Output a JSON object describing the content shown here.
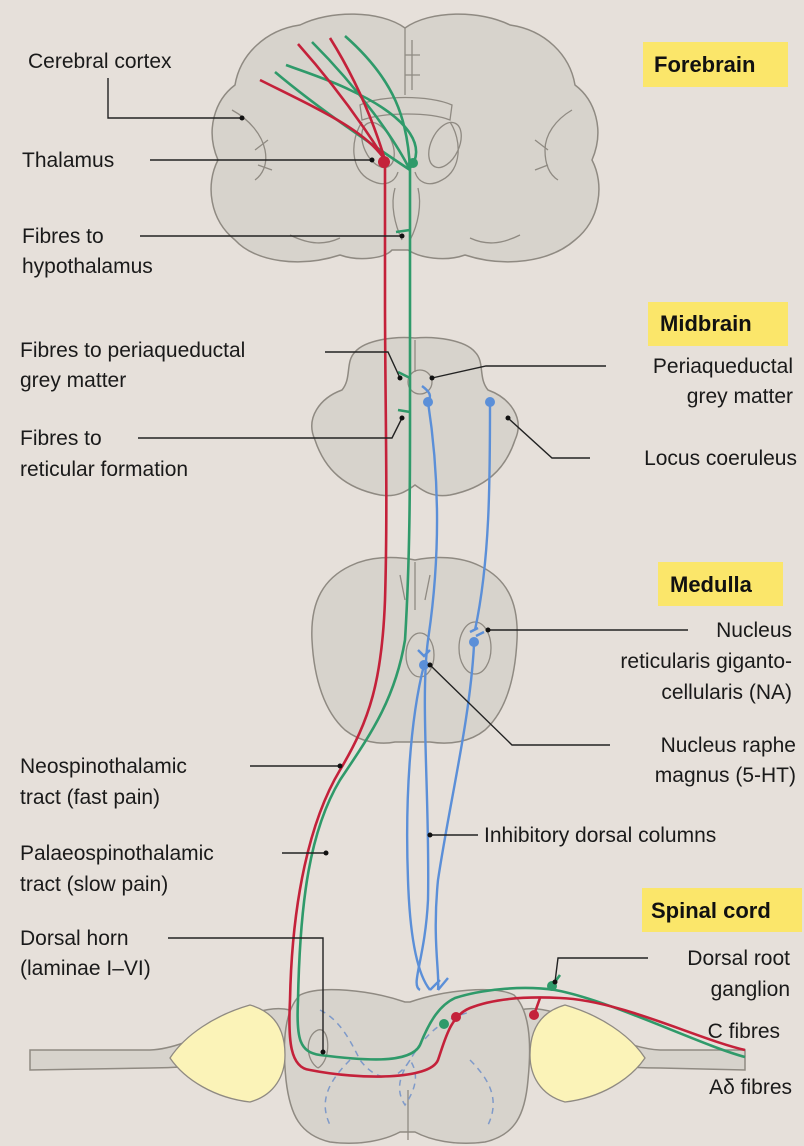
{
  "regions": {
    "forebrain": "Forebrain",
    "midbrain": "Midbrain",
    "medulla": "Medulla",
    "spinal_cord": "Spinal cord"
  },
  "labels": {
    "cerebral_cortex": "Cerebral cortex",
    "thalamus": "Thalamus",
    "fibres_hypothalamus_1": "Fibres to",
    "fibres_hypothalamus_2": "hypothalamus",
    "fibres_pag_1": "Fibres to periaqueductal",
    "fibres_pag_2": "grey matter",
    "fibres_reticular_1": "Fibres to",
    "fibres_reticular_2": "reticular formation",
    "pag_1": "Periaqueductal",
    "pag_2": "grey matter",
    "locus_coeruleus": "Locus coeruleus",
    "nrgc_1": "Nucleus",
    "nrgc_2": "reticularis giganto-",
    "nrgc_3": "cellularis (NA)",
    "nrm_1": "Nucleus raphe",
    "nrm_2": "magnus (5-HT)",
    "neospino_1": "Neospinothalamic",
    "neospino_2": "tract (fast pain)",
    "palaeo_1": "Palaeospinothalamic",
    "palaeo_2": "tract (slow pain)",
    "inhibitory": "Inhibitory dorsal columns",
    "dorsal_horn_1": "Dorsal horn",
    "dorsal_horn_2": "(laminae I–VI)",
    "drg_1": "Dorsal root",
    "drg_2": "ganglion",
    "c_fibres": "C fibres",
    "ad_fibres": "Aδ fibres"
  },
  "colors": {
    "fast_pain_tract": "#c4213a",
    "slow_pain_tract": "#2f9a6a",
    "inhibitory_pathway": "#5b8fd8",
    "region_highlight": "#fbe66a"
  }
}
